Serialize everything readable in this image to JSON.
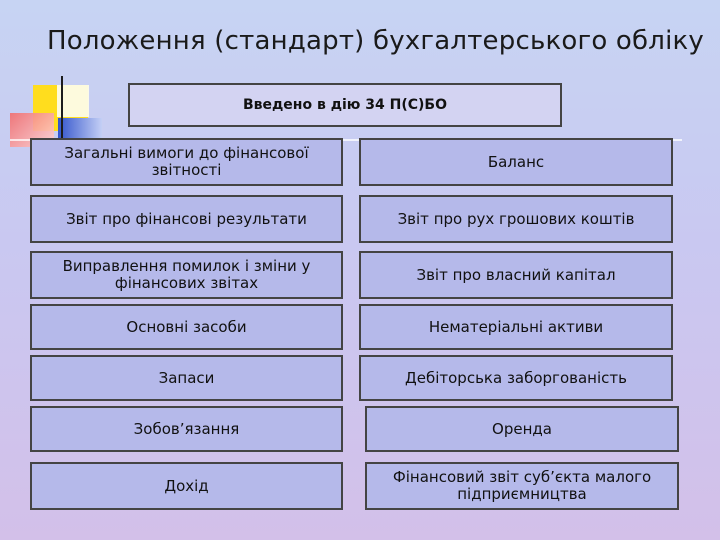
{
  "title": "Положення (стандарт) бухгалтерського обліку",
  "header": "Введено в дію 34 П(С)БО",
  "rows": [
    {
      "left": "Загальні вимоги до фінансової звітності",
      "right": "Баланс"
    },
    {
      "left": "Звіт про фінансові результати",
      "right": "Звіт про рух грошових коштів"
    },
    {
      "left": "Виправлення помилок і зміни у фінансових звітах",
      "right": "Звіт про власний капітал"
    },
    {
      "left": "Основні засоби",
      "right": "Нематеріальні активи"
    },
    {
      "left": "Запаси",
      "right": "Дебіторська заборгованість"
    },
    {
      "left": "Зобов’язання",
      "right": "Оренда"
    },
    {
      "left": "Дохід",
      "right": "Фінансовий звіт суб’єкта малого підприємництва"
    }
  ],
  "colors": {
    "box_fill": "#b5b9ea",
    "header_fill": "#d3d3f2",
    "border": "#444444"
  }
}
